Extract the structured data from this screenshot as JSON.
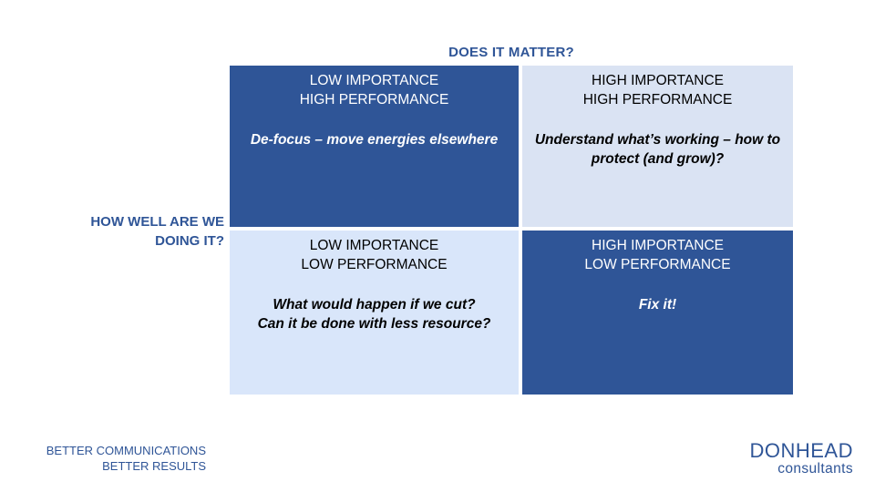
{
  "axes": {
    "x_label": "DOES IT MATTER?",
    "y_label_lines": [
      "HOW WELL ARE WE",
      "DOING IT?"
    ]
  },
  "quadrants": {
    "top_left": {
      "line1": "LOW IMPORTANCE",
      "line2": "HIGH PERFORMANCE",
      "note_lines": [
        "De-focus – move energies elsewhere"
      ]
    },
    "top_right": {
      "line1": "HIGH IMPORTANCE",
      "line2": "HIGH PERFORMANCE",
      "note_lines": [
        "Understand what’s working – how to",
        "protect (and grow)?"
      ]
    },
    "bottom_left": {
      "line1": "LOW IMPORTANCE",
      "line2": "LOW PERFORMANCE",
      "note_lines": [
        "What would happen if we cut?",
        "Can it be done with less resource?"
      ]
    },
    "bottom_right": {
      "line1": "HIGH IMPORTANCE",
      "line2": "LOW PERFORMANCE",
      "note_lines": [
        "Fix it!"
      ]
    }
  },
  "footer": {
    "tagline_lines": [
      "BETTER COMMUNICATIONS",
      "BETTER RESULTS"
    ],
    "logo_name": "DONHEAD",
    "logo_sub": "consultants"
  },
  "colors": {
    "brand_blue": "#2f5597",
    "light_quadrant_top": "#dae3f3",
    "light_quadrant_bottom": "#d9e6fa"
  }
}
